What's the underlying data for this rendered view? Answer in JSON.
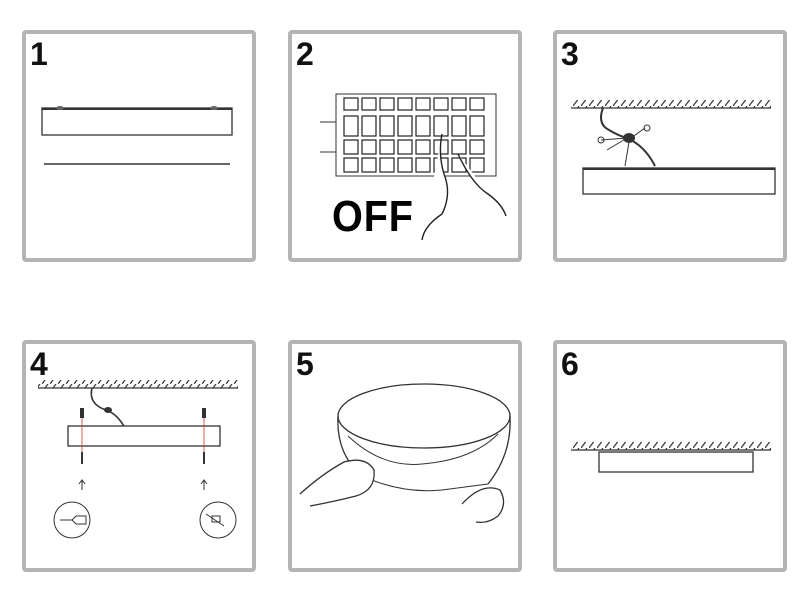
{
  "steps": [
    {
      "number": "1"
    },
    {
      "number": "2",
      "caption": "OFF"
    },
    {
      "number": "3"
    },
    {
      "number": "4"
    },
    {
      "number": "5"
    },
    {
      "number": "6"
    }
  ],
  "colors": {
    "border": "#b4b4b4",
    "line": "#333333",
    "accent_wire": "#c0392b"
  }
}
